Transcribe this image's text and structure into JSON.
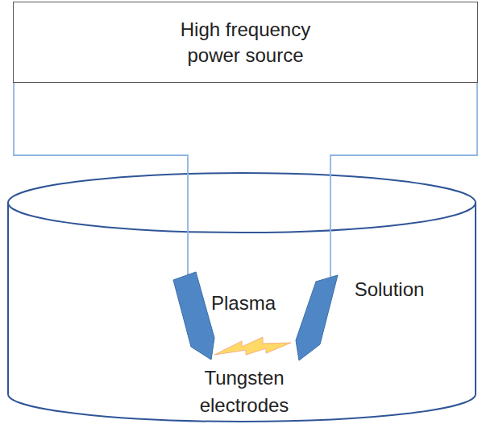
{
  "diagram": {
    "nodes": [
      {
        "text": [
          "High frequency power source"
        ]
      }
    ],
    "labels": [
      "Plasma",
      "Solution",
      "Tungsten electrodes"
    ]
  }
}
